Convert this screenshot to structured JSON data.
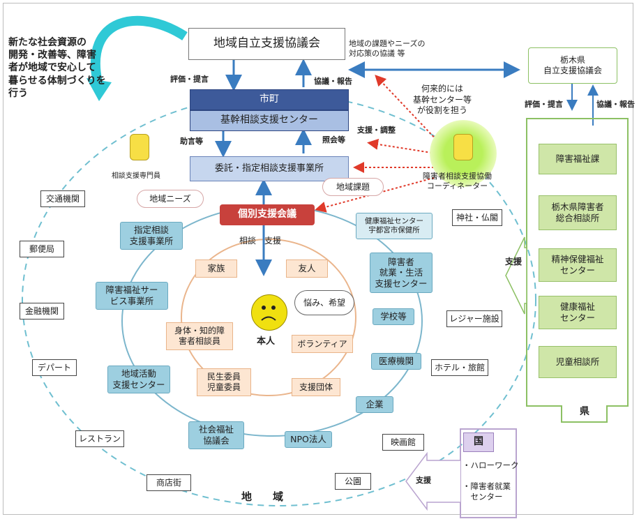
{
  "intro": "新たな社会資源の\n開発・改善等、障害\n者が地域で安心して\n暮らせる体制づくりを\n行う",
  "council": "地域自立支援協議会",
  "council_note": "地域の課題やニーズの\n対応策の協議 等",
  "pref_council": "栃木県\n自立支援協議会",
  "city": "市町",
  "core_center": "基幹相談支援センター",
  "office": "委託・指定相談支援事業所",
  "meeting": "個別支援会議",
  "future_note": "何来的には\n基幹センター等\nが役割を担う",
  "coordinator_label": "障害者相談支援協働\nコーディネーター",
  "specialist_label": "相談支援専門員",
  "arrow_labels": {
    "eval_left": "評価・提言",
    "consult_left": "協議・報告",
    "advise": "助言等",
    "report_meeting": "照会等",
    "support_adjust": "支援・調整",
    "pref_eval": "評価・提言",
    "pref_consult": "協議・報告",
    "consult_support": "相談　支援",
    "pref_support": "支援",
    "nation_support": "支援"
  },
  "cloud_needs": "地域ニーズ",
  "cloud_issues": "地域課題",
  "speech": "悩み、希望",
  "person": "本人",
  "person_icon": "sad-face-icon",
  "inner_circle": [
    "家族",
    "友人",
    "身体・知的障\n害者相談員",
    "ボランティア",
    "民生委員\n児童委員",
    "支援団体"
  ],
  "middle_circle": [
    "指定相談\n支援事業所",
    "障害福祉サー\nビス事業所",
    "地域活動\n支援センター",
    "社会福祉\n協議会",
    "NPO法人",
    "企業",
    "医療機関",
    "学校等",
    "障害者\n就業・生活\n支援センター",
    "健康福祉センター\n宇都宮市保健所"
  ],
  "outer_left": [
    "交通機関",
    "郵便局",
    "金融機関",
    "デパート",
    "レストラン",
    "商店街"
  ],
  "outer_right": [
    "神社・仏閣",
    "レジャー施設",
    "ホテル・旅館",
    "映画館",
    "公園"
  ],
  "pref_list": [
    "障害福祉課",
    "栃木県障害者\n総合相談所",
    "精神保健福祉\nセンター",
    "健康福祉\nセンター",
    "児童相談所"
  ],
  "pref_label": "県",
  "nation_label": "国",
  "nation_items": "・ハローワーク\n\n・障害者就業\n　センター",
  "region_label": "地　　域",
  "colors": {
    "city_navy": "#3d5a9a",
    "core_light": "#a9bfe3",
    "meeting_red": "#c8413c",
    "person_yellow": "#f0e010",
    "arrow_cyan": "#2fc9d6",
    "arrow_blue": "#3a7cc0",
    "dotted_red": "#e03a2a",
    "green_frame": "#8cc063"
  }
}
